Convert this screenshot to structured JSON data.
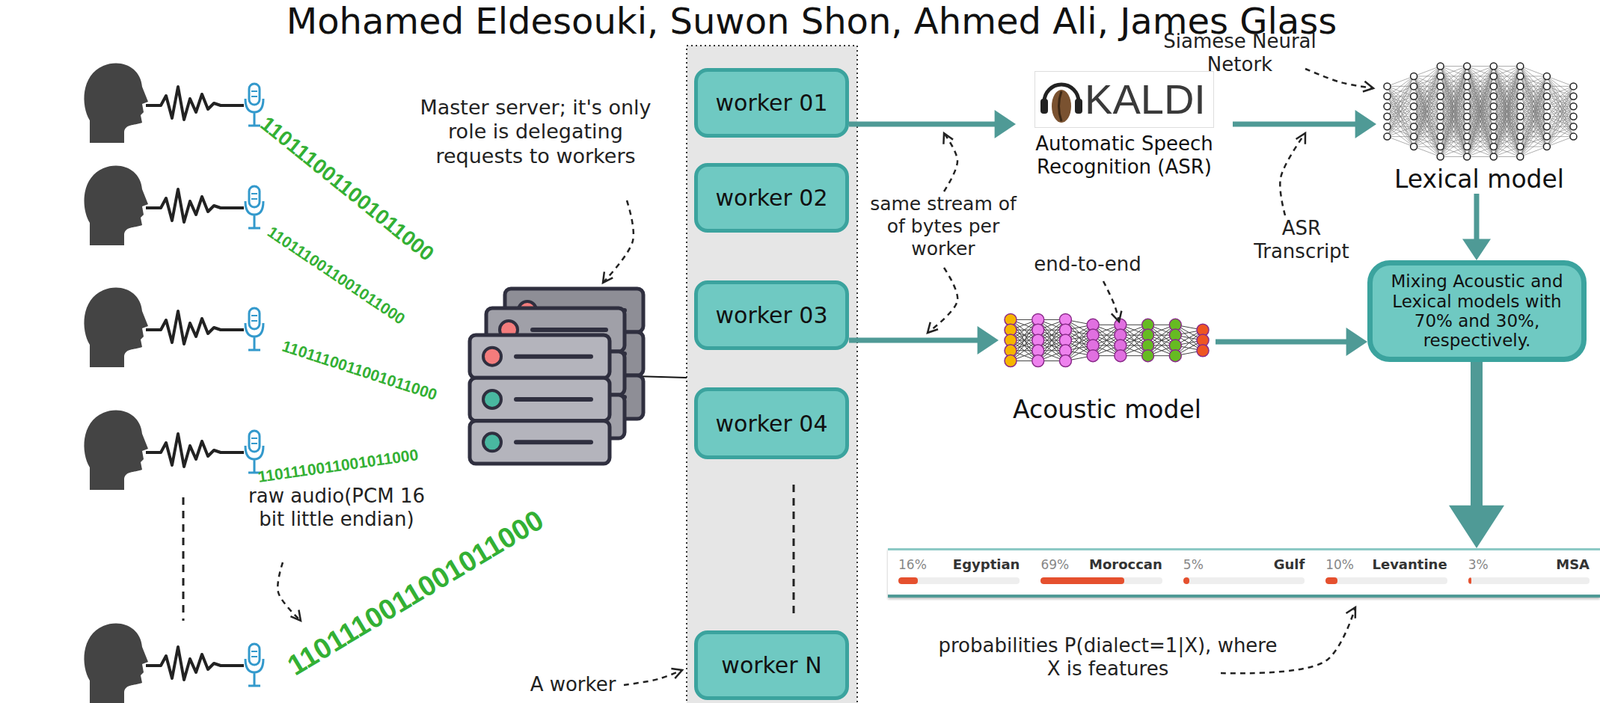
{
  "diagram": {
    "title": "Mohamed Eldesouki, Suwon Shon, Ahmed Ali, James Glass",
    "nodes": [
      {
        "text": [
          "worker 01"
        ]
      },
      {
        "text": [
          "worker 02"
        ]
      },
      {
        "text": [
          "worker 03"
        ]
      },
      {
        "text": [
          "worker 04"
        ]
      },
      {
        "text": [
          "worker N"
        ]
      },
      {
        "text": [
          "KALDI",
          "Automatic Speech Recognition (ASR)"
        ]
      },
      {
        "text": [
          "Lexical model"
        ]
      },
      {
        "text": [
          "Acoustic model"
        ]
      },
      {
        "text": [
          "Mixing Acoustic and Lexical models with 70% and 30%, respectively."
        ]
      },
      {
        "text": [
          "16%",
          "Egyptian",
          "69%",
          "Moroccan",
          "5%",
          "Gulf",
          "10%",
          "Levantine",
          "3%",
          "MSA"
        ]
      }
    ],
    "edges": [
      {
        "from": 0,
        "to": 5,
        "arrow": "to"
      },
      {
        "from": 2,
        "to": 7,
        "arrow": "to"
      },
      {
        "from": 5,
        "to": 6,
        "arrow": "to"
      },
      {
        "from": 6,
        "to": 8,
        "arrow": "to"
      },
      {
        "from": 7,
        "to": 8,
        "arrow": "to"
      },
      {
        "from": 8,
        "to": 9,
        "arrow": "to"
      }
    ],
    "labels": [
      "Master server; it's only role is delegating requests to workers",
      "1101110011001011000",
      "1101110011001011000",
      "1101110011001011000",
      "1101110011001011000",
      "1101110011001011000",
      "raw audio(PCM 16 bit little endian)",
      "A worker",
      "Siamese Neural Netork",
      "same stream of of bytes per worker",
      "end-to-end",
      "ASR Transcript",
      "probabilities P(dialect=1|X), where X is features"
    ]
  }
}
